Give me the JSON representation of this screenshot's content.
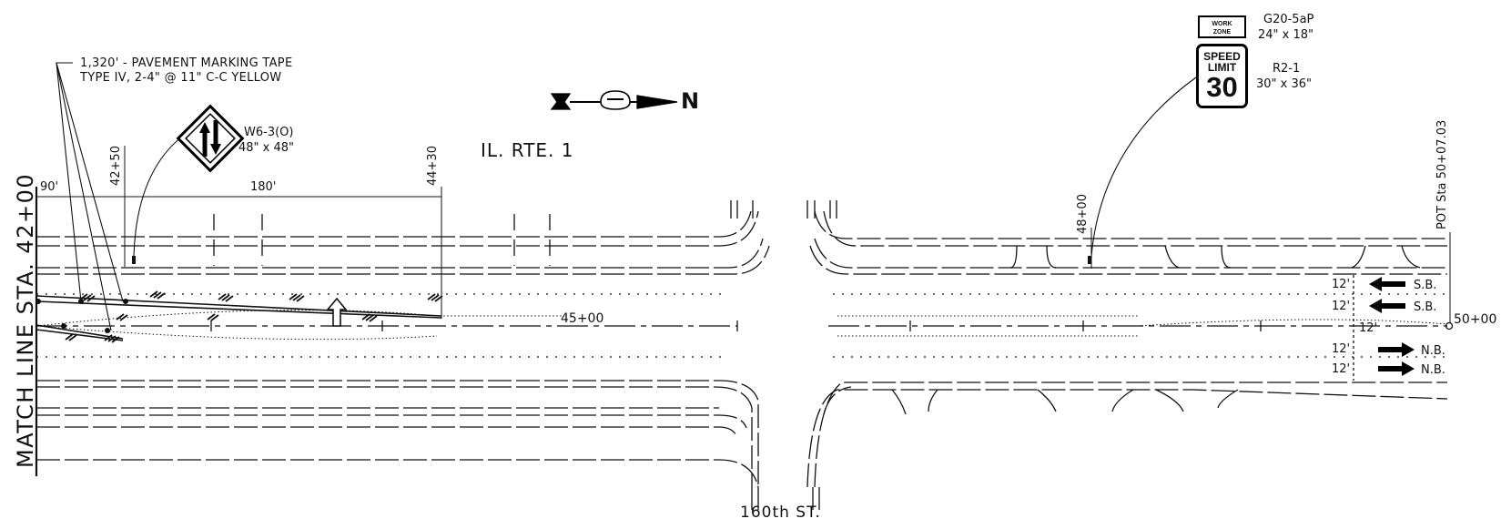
{
  "notes": {
    "tape_line1": "1,320' - PAVEMENT MARKING TAPE",
    "tape_line2": "TYPE IV, 2-4\" @ 11\" C-C YELLOW"
  },
  "road_name": "IL. RTE. 1",
  "cross_street": "160th ST.",
  "match_line": "MATCH LINE STA. 42+00",
  "pot_station": "POT Sta 50+07.03",
  "stations": {
    "s4250": "42+50",
    "s4430": "44+30",
    "s4800": "48+00",
    "s4500": "45+00",
    "s5000": "50+00"
  },
  "dimensions": {
    "d90": "90'",
    "d180": "180'"
  },
  "signs": {
    "w6": {
      "code": "W6-3(O)",
      "size": "48\" x 48\""
    },
    "g20": {
      "code": "G20-5aP",
      "size": "24\" x 18\"",
      "line1": "WORK",
      "line2": "ZONE"
    },
    "r2": {
      "code": "R2-1",
      "size": "30\" x 36\"",
      "line1": "SPEED",
      "line2": "LIMIT",
      "value": "30"
    }
  },
  "north_arrow": {
    "letter": "N"
  },
  "lanes": {
    "width": "12'",
    "sb": "S.B.",
    "nb": "N.B."
  }
}
